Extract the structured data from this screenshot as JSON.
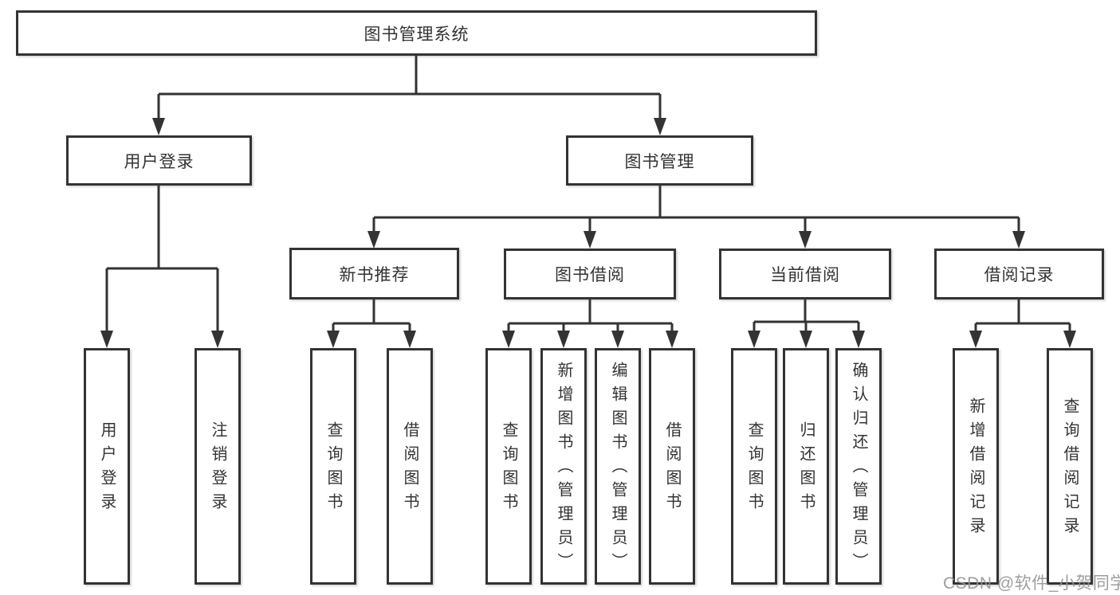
{
  "title": "图书管理系统",
  "tree": {
    "root": {
      "label": "图书管理系统"
    },
    "branches": [
      {
        "label": "用户登录",
        "children": [
          {
            "label": "用户登录"
          },
          {
            "label": "注销登录"
          }
        ]
      },
      {
        "label": "图书管理",
        "groups": [
          {
            "label": "新书推荐",
            "children": [
              {
                "label": "查询图书"
              },
              {
                "label": "借阅图书"
              }
            ]
          },
          {
            "label": "图书借阅",
            "children": [
              {
                "label": "查询图书"
              },
              {
                "label": "新增图书（管理员）"
              },
              {
                "label": "编辑图书（管理员）"
              },
              {
                "label": "借阅图书"
              }
            ]
          },
          {
            "label": "当前借阅",
            "children": [
              {
                "label": "查询图书"
              },
              {
                "label": "归还图书"
              },
              {
                "label": "确认归还（管理员）"
              }
            ]
          },
          {
            "label": "借阅记录",
            "children": [
              {
                "label": "新增借阅记录"
              },
              {
                "label": "查询借阅记录"
              }
            ]
          }
        ]
      }
    ]
  },
  "watermark": {
    "text": "CSDN @软件_小贺同学"
  },
  "colors": {
    "line": "#333333",
    "border": "#333333",
    "text": "#333333",
    "watermark": "#949494",
    "background": "#ffffff"
  }
}
